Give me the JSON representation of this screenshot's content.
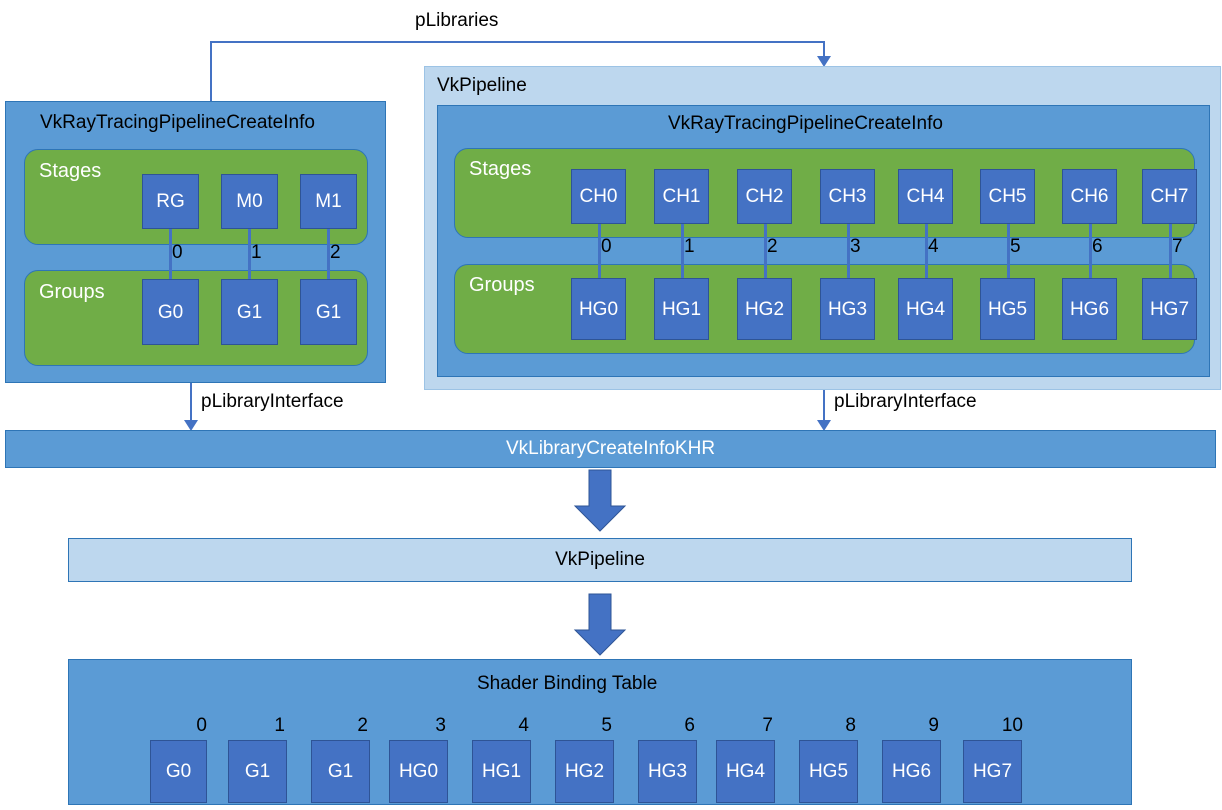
{
  "diagram": {
    "title_left_panel": "VkRayTracingPipelineCreateInfo",
    "pipeline_label": "VkPipeline",
    "title_right_panel": "VkRayTracingPipelineCreateInfo",
    "stages_label": "Stages",
    "groups_label": "Groups",
    "edges": {
      "plibraries": "pLibraries",
      "plibrary_interface_left": "pLibraryInterface",
      "plibrary_interface_right": "pLibraryInterface"
    },
    "library_create_info_bar": "VkLibraryCreateInfoKHR",
    "pipeline_result_bar": "VkPipeline",
    "sbt_title": "Shader Binding Table"
  },
  "left_panel": {
    "stages": [
      "RG",
      "M0",
      "M1"
    ],
    "groups": [
      "G0",
      "G1",
      "G1"
    ],
    "indices": [
      "0",
      "1",
      "2"
    ]
  },
  "right_panel": {
    "stages": [
      "CH0",
      "CH1",
      "CH2",
      "CH3",
      "CH4",
      "CH5",
      "CH6",
      "CH7"
    ],
    "groups": [
      "HG0",
      "HG1",
      "HG2",
      "HG3",
      "HG4",
      "HG5",
      "HG6",
      "HG7"
    ],
    "indices": [
      "0",
      "1",
      "2",
      "3",
      "4",
      "5",
      "6",
      "7"
    ]
  },
  "shader_binding_table": {
    "entries": [
      "G0",
      "G1",
      "G1",
      "HG0",
      "HG1",
      "HG2",
      "HG3",
      "HG4",
      "HG5",
      "HG6",
      "HG7"
    ],
    "indices": [
      "0",
      "1",
      "2",
      "3",
      "4",
      "5",
      "6",
      "7",
      "8",
      "9",
      "10"
    ]
  },
  "colors": {
    "cell_blue": "#4472C4",
    "panel_mid_blue": "#5B9BD5",
    "panel_light_blue": "#BDD7EE",
    "group_green": "#70AD47",
    "border_blue": "#2E75B6",
    "text_white": "#FFFFFF",
    "text_black": "#000000",
    "background": "#FFFFFF"
  }
}
